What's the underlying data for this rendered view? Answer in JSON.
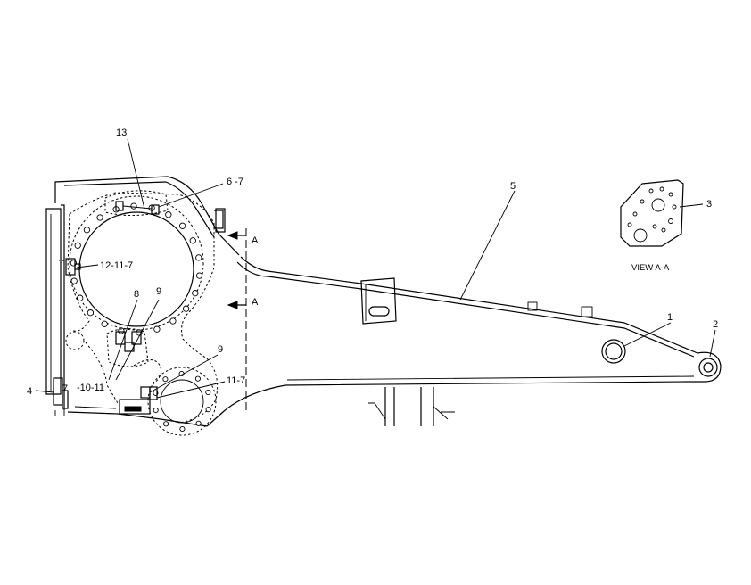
{
  "callouts": [
    {
      "id": "c13",
      "text": "13"
    },
    {
      "id": "c67",
      "text": "6 -7"
    },
    {
      "id": "c5",
      "text": "5"
    },
    {
      "id": "c3",
      "text": "3"
    },
    {
      "id": "c12117",
      "text": "12-11-7"
    },
    {
      "id": "c8",
      "text": "8"
    },
    {
      "id": "c9a",
      "text": "9"
    },
    {
      "id": "c1",
      "text": "1"
    },
    {
      "id": "c2",
      "text": "2"
    },
    {
      "id": "c9b",
      "text": "9"
    },
    {
      "id": "c1011",
      "text": "-10-11"
    },
    {
      "id": "c117",
      "text": "11-7"
    },
    {
      "id": "c4",
      "text": "4"
    },
    {
      "id": "c7",
      "text": "7"
    }
  ],
  "section_marks": {
    "top": "A",
    "bottom": "A"
  },
  "view_label": "VIEW  A-A"
}
